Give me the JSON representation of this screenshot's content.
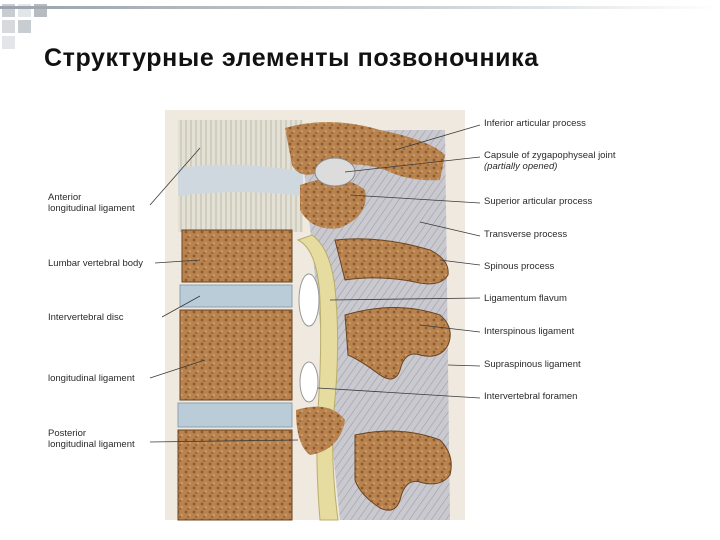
{
  "slide": {
    "title": "Структурные элементы позвоночника",
    "accent_color": "#9aa3ab",
    "square_colors": [
      "#c8cdd2",
      "#e3e6e9",
      "#b6bcc2",
      "#d6dadd"
    ]
  },
  "diagram": {
    "colors": {
      "bone": "#b8834f",
      "bone_dark": "#8a5a2e",
      "disc": "#b9ccd8",
      "ligament": "#c9c9cf",
      "flavum": "#e6dca0",
      "line": "#3a3a3a"
    },
    "labels_left": [
      {
        "text": "Anterior",
        "sub": "longitudinal ligament"
      },
      {
        "text": "Lumbar vertebral body"
      },
      {
        "text": "Intervertebral disc"
      },
      {
        "text": "longitudinal ligament"
      },
      {
        "text": "Posterior",
        "sub": "longitudinal ligament"
      }
    ],
    "labels_right": [
      {
        "text": "Inferior articular process"
      },
      {
        "text": "Capsule of zygapophyseal joint",
        "sub": "(partially opened)"
      },
      {
        "text": "Superior articular process"
      },
      {
        "text": "Transverse process"
      },
      {
        "text": "Spinous process"
      },
      {
        "text": "Ligamentum flavum"
      },
      {
        "text": "Interspinous ligament"
      },
      {
        "text": "Supraspinous ligament"
      },
      {
        "text": "Intervertebral foramen"
      }
    ]
  }
}
